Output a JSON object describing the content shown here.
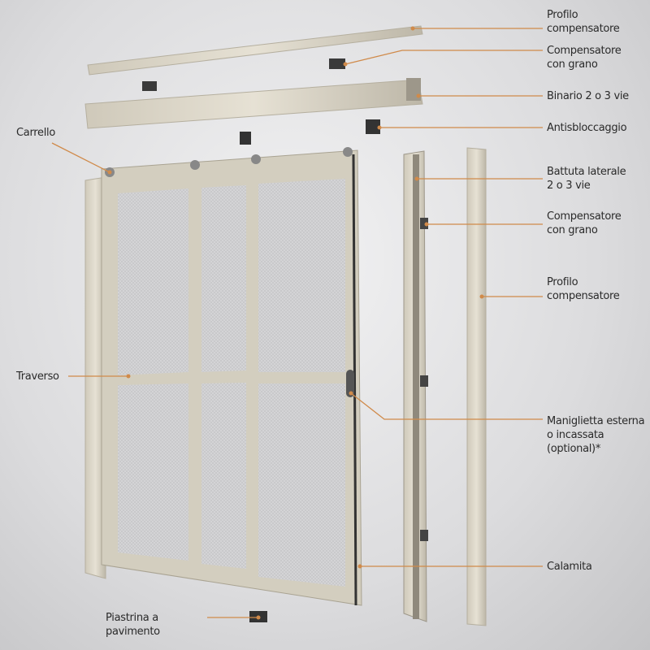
{
  "labels": {
    "profilo_top": "Profilo\ncompensatore",
    "compensatore_top": "Compensatore\ncon grano",
    "binario": "Binario 2 o 3 vie",
    "antisbloccaggio": "Antisbloccaggio",
    "battuta": "Battuta laterale\n2 o 3 vie",
    "compensatore_side": "Compensatore\ncon grano",
    "profilo_side": "Profilo\ncompensatore",
    "maniglietta": "Maniglietta esterna\no incassata\n(optional)*",
    "calamita": "Calamita",
    "carrello": "Carrello",
    "traverso": "Traverso",
    "piastrina": "Piastrina a\npavimento"
  },
  "colors": {
    "leader": "#d08a4a",
    "profile": "#d9d4c6",
    "background": "#e4e4e6"
  }
}
